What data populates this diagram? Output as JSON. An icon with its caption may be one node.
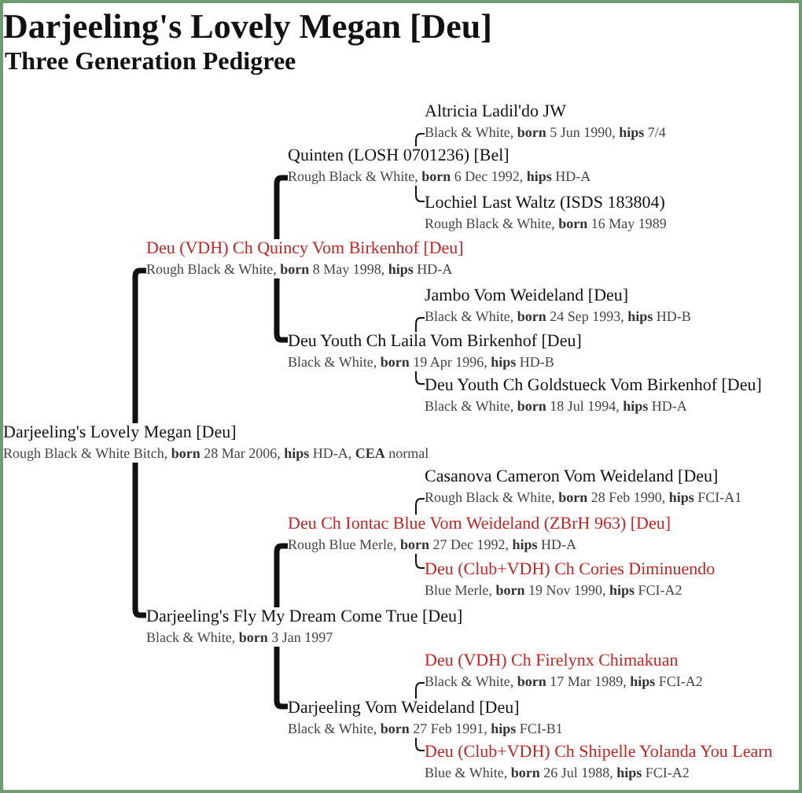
{
  "diagram": {
    "title": "Darjeeling's Lovely Megan [Deu]",
    "nodes": [
      {
        "text": [
          "Altricia Ladil'do JW",
          "Black & White, **born** 5 Jun 1990, **hips** 7/4"
        ]
      },
      {
        "text": [
          "Quinten (LOSH 0701236) [Bel]",
          "Rough Black & White, **born** 6 Dec 1992, **hips** HD-A"
        ]
      },
      {
        "text": [
          "Lochiel Last Waltz (ISDS 183804)",
          "Rough Black & White, **born** 16 May 1989"
        ]
      },
      {
        "text": [
          "Deu (VDH) Ch Quincy Vom Birkenhof [Deu]",
          "Rough Black & White, **born** 8 May 1998, **hips** HD-A"
        ]
      },
      {
        "text": [
          "Jambo Vom Weideland [Deu]",
          "Black & White, **born** 24 Sep 1993, **hips** HD-B"
        ]
      },
      {
        "text": [
          "Deu Youth Ch Laila Vom Birkenhof [Deu]",
          "Black & White, **born** 19 Apr 1996, **hips** HD-B"
        ]
      },
      {
        "text": [
          "Deu Youth Ch Goldstueck Vom Birkenhof [Deu]",
          "Black & White, **born** 18 Jul 1994, **hips** HD-A"
        ]
      },
      {
        "text": [
          "Darjeeling's Lovely Megan [Deu]",
          "Rough Black & White Bitch, **born** 28 Mar 2006, **hips** HD-A, **CEA** normal"
        ]
      },
      {
        "text": [
          "Casanova Cameron Vom Weideland [Deu]",
          "Rough Black & White, **born** 28 Feb 1990, **hips** FCI-A1"
        ]
      },
      {
        "text": [
          "Deu Ch Iontac Blue Vom Weideland (ZBrH 963) [Deu]",
          "Rough Blue Merle, **born** 27 Dec 1992, **hips** HD-A"
        ]
      },
      {
        "text": [
          "Deu (Club+VDH) Ch Cories Diminuendo",
          "Blue Merle, **born** 19 Nov 1990, **hips** FCI-A2"
        ]
      },
      {
        "text": [
          "Darjeeling's Fly My Dream Come True [Deu]",
          "Black & White, **born** 3 Jan 1997"
        ]
      },
      {
        "text": [
          "Deu (VDH) Ch Firelynx Chimakuan",
          "Black & White, **born** 17 Mar 1989, **hips** FCI-A2"
        ]
      },
      {
        "text": [
          "Darjeeling Vom Weideland [Deu]",
          "Black & White, **born** 27 Feb 1991, **hips** FCI-B1"
        ]
      },
      {
        "text": [
          "Deu (Club+VDH) Ch Shipelle Yolanda You Learn",
          "Blue & White, **born** 26 Jul 1988, **hips** FCI-A2"
        ]
      }
    ],
    "edges": [
      {
        "from": 7,
        "to": 3,
        "arrow": "none",
        "style": "thick"
      },
      {
        "from": 7,
        "to": 11,
        "arrow": "none",
        "style": "thick"
      },
      {
        "from": 3,
        "to": 1,
        "arrow": "none",
        "style": "thick"
      },
      {
        "from": 3,
        "to": 5,
        "arrow": "none",
        "style": "thick"
      },
      {
        "from": 11,
        "to": 9,
        "arrow": "none",
        "style": "thick"
      },
      {
        "from": 11,
        "to": 13,
        "arrow": "none",
        "style": "thick"
      },
      {
        "from": 1,
        "to": 0,
        "arrow": "none"
      },
      {
        "from": 1,
        "to": 2,
        "arrow": "none"
      },
      {
        "from": 5,
        "to": 4,
        "arrow": "none"
      },
      {
        "from": 5,
        "to": 6,
        "arrow": "none"
      },
      {
        "from": 9,
        "to": 8,
        "arrow": "none"
      },
      {
        "from": 9,
        "to": 10,
        "arrow": "none"
      },
      {
        "from": 13,
        "to": 12,
        "arrow": "none"
      },
      {
        "from": 13,
        "to": 14,
        "arrow": "none"
      }
    ],
    "labels": [
      "Three Generation Pedigree"
    ]
  }
}
